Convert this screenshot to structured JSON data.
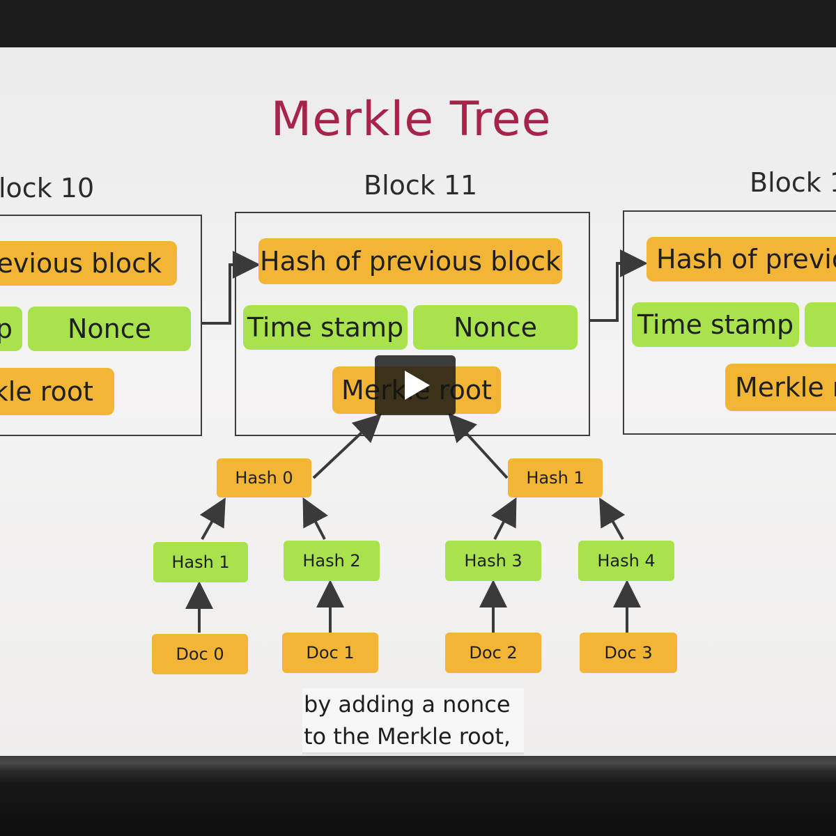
{
  "slide": {
    "title": "Merkle Tree",
    "blocks": {
      "left": {
        "label": "lock 10",
        "hash_prev": "previous block",
        "timestamp": "p",
        "nonce": "Nonce",
        "merkle": "rkle root"
      },
      "center": {
        "label": "Block 11",
        "hash_prev": "Hash of previous block",
        "timestamp": "Time stamp",
        "nonce": "Nonce",
        "merkle": "Merkle root"
      },
      "right": {
        "label": "Block 1",
        "hash_prev": "Hash of previo",
        "timestamp": "Time stamp",
        "merkle": "Merkle r"
      }
    },
    "tree": {
      "level1": [
        "Hash 0",
        "Hash 1"
      ],
      "level2": [
        "Hash 1",
        "Hash 2",
        "Hash 3",
        "Hash 4"
      ],
      "docs": [
        "Doc 0",
        "Doc 1",
        "Doc 2",
        "Doc 3"
      ]
    },
    "colors": {
      "title": "#a6234a",
      "orange": "#f2b536",
      "green": "#a8e34e"
    }
  },
  "player": {
    "play_icon": "play-icon"
  },
  "caption": {
    "line1": "by adding a nonce",
    "line2": "to the Merkle root,"
  }
}
